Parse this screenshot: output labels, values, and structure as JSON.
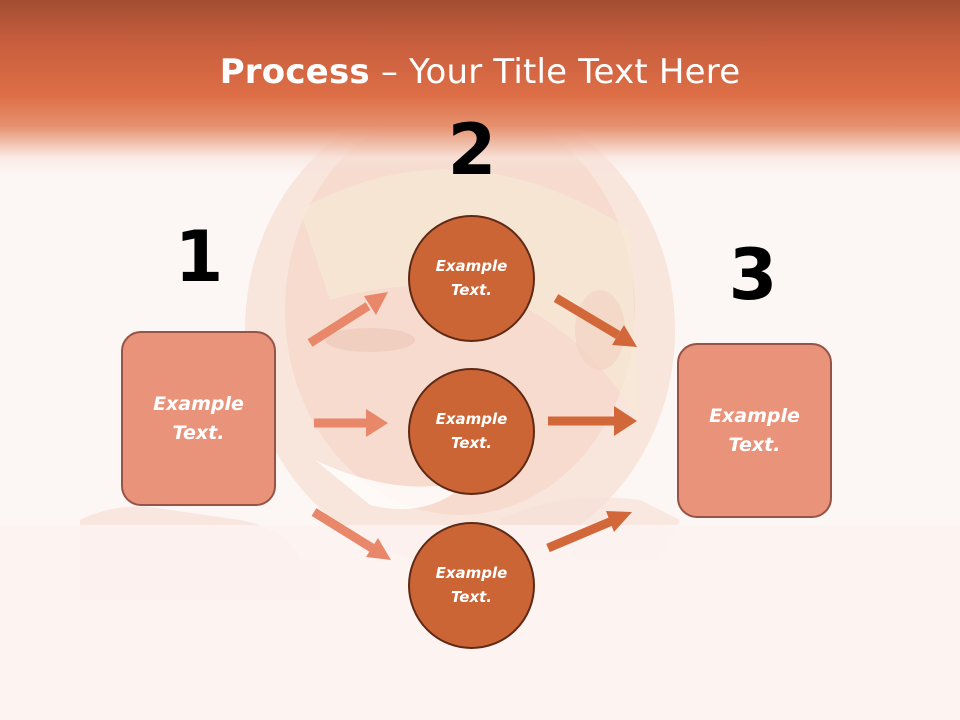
{
  "title": {
    "bold": "Process",
    "rest": " – Your Title Text Here"
  },
  "steps": [
    {
      "number": "1",
      "label": "Example\nText."
    },
    {
      "number": "2",
      "circles": [
        "Example\nText.",
        "Example\nText.",
        "Example\nText."
      ]
    },
    {
      "number": "3",
      "label": "Example\nText."
    }
  ],
  "colors": {
    "header": "#de6f47",
    "box_fill": "#e9937a",
    "circle_fill": "#cc6535",
    "arrow_light": "#e8876a",
    "arrow_dark": "#d2683a"
  }
}
